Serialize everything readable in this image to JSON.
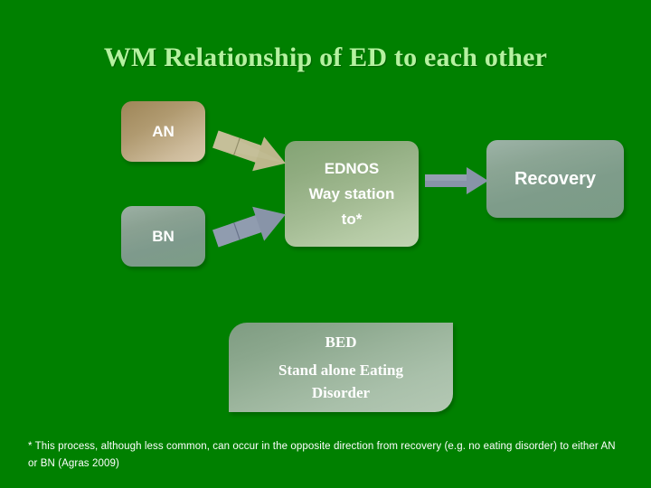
{
  "slide": {
    "background_color": "#008000",
    "title": "WM Relationship of ED to each other",
    "title_color": "#b5f2a0"
  },
  "nodes": {
    "an": {
      "label": "AN",
      "fill_top": "#9e8658",
      "fill_bottom": "#d8c8ab"
    },
    "bn": {
      "label": "BN",
      "fill_top": "#9cb0a4",
      "fill_bottom": "#7c9d86"
    },
    "ednos": {
      "line1": "EDNOS",
      "line2": "Way station",
      "line3": "to*",
      "fill_top": "#84a475",
      "fill_bottom": "#c1d3b3"
    },
    "recovery": {
      "label": "Recovery",
      "fill_top": "#9db3a7",
      "fill_bottom": "#7b9b86"
    },
    "bed": {
      "line1": "BED",
      "line2": "Stand alone Eating",
      "line3": "Disorder",
      "fill_top": "#7f9c82",
      "fill_bottom": "#b4c8b4"
    }
  },
  "arrows": {
    "an_to_ednos": {
      "name": "arrow-an-to-ednos",
      "color": "#bdb78c",
      "direction": "right-down"
    },
    "bn_to_ednos": {
      "name": "arrow-bn-to-ednos",
      "color": "#8894a8",
      "direction": "right-up"
    },
    "ednos_to_recovery": {
      "name": "arrow-ednos-to-recovery",
      "color": "#8894a8",
      "direction": "right"
    }
  },
  "footnote": {
    "text": "* This process, although less common, can occur in the opposite direction from recovery  (e.g. no eating disorder) to either AN or BN (Agras 2009)"
  }
}
